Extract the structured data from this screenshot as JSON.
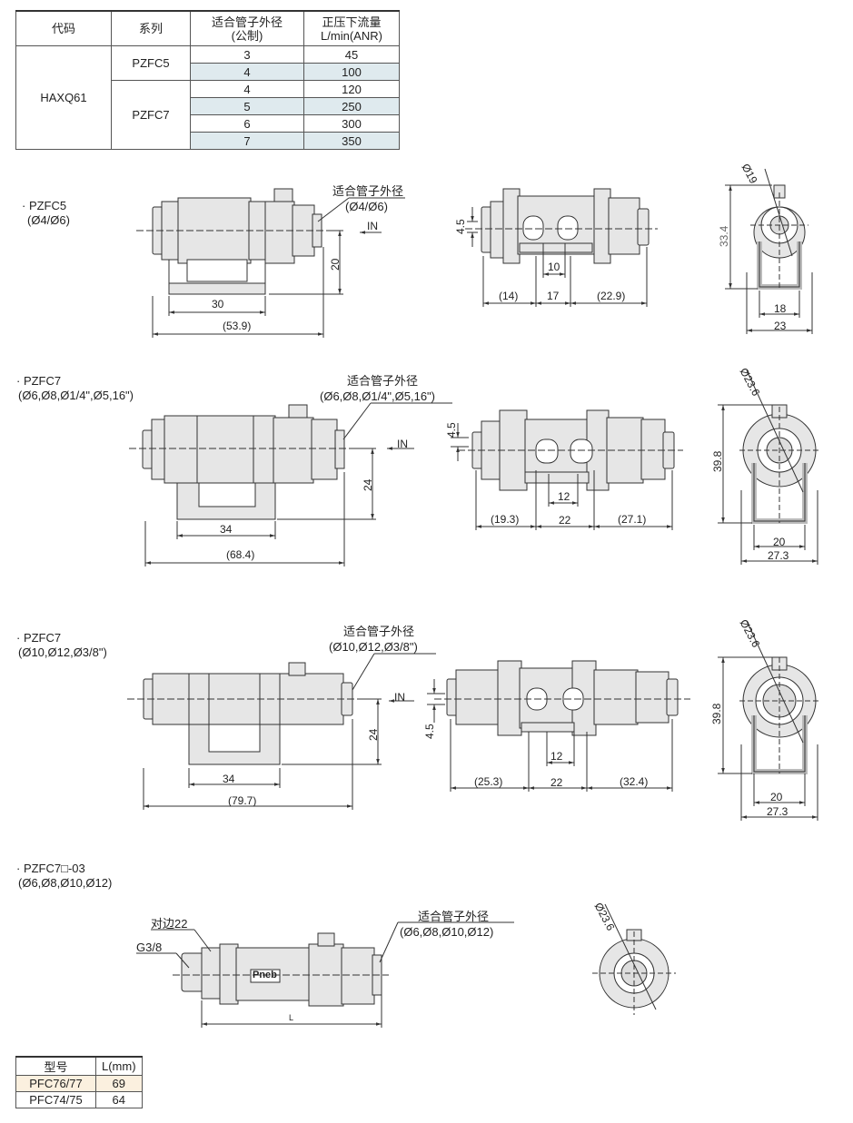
{
  "spec_table": {
    "headers": [
      "代码",
      "系列",
      "适合管子外径\n(公制)",
      "正压下流量\nL/min(ANR)"
    ],
    "code": "HAXQ61",
    "series_a": "PZFC5",
    "series_b": "PZFC7",
    "rows": [
      {
        "od": "3",
        "flow": "45"
      },
      {
        "od": "4",
        "flow": "100"
      },
      {
        "od": "4",
        "flow": "120"
      },
      {
        "od": "5",
        "flow": "250"
      },
      {
        "od": "6",
        "flow": "300"
      },
      {
        "od": "7",
        "flow": "350"
      }
    ]
  },
  "section1": {
    "title": "· PZFC5",
    "sub": "(Ø4/Ø6)",
    "tube_label": "适合管子外径",
    "tube_sizes": "(Ø4/Ø6)",
    "in_label": "IN",
    "dims": {
      "h": "20",
      "w1": "30",
      "total": "(53.9)",
      "c1": "4.5",
      "c2": "10",
      "c3": "(14)",
      "c4": "17",
      "c5": "(22.9)",
      "r1": "Ø19",
      "r2": "33.4",
      "r3": "18",
      "r4": "23"
    }
  },
  "section2": {
    "title": "· PZFC7",
    "sub": "(Ø6,Ø8,Ø1/4\",Ø5,16\")",
    "tube_label": "适合管子外径",
    "tube_sizes": "(Ø6,Ø8,Ø1/4\",Ø5,16\")",
    "in_label": "IN",
    "dims": {
      "h": "24",
      "w1": "34",
      "total": "(68.4)",
      "c1": "4.5",
      "c2": "12",
      "c3": "(19.3)",
      "c4": "22",
      "c5": "(27.1)",
      "r1": "Ø23.6",
      "r2": "39.8",
      "r3": "20",
      "r4": "27.3"
    }
  },
  "section3": {
    "title": "· PZFC7",
    "sub": "(Ø10,Ø12,Ø3/8\")",
    "tube_label": "适合管子外径",
    "tube_sizes": "(Ø10,Ø12,Ø3/8\")",
    "in_label": "IN",
    "dims": {
      "h": "24",
      "w1": "34",
      "total": "(79.7)",
      "c1": "4.5",
      "c2": "12",
      "c3": "(25.3)",
      "c4": "22",
      "c5": "(32.4)",
      "r1": "Ø23.6",
      "r2": "39.8",
      "r3": "20",
      "r4": "27.3"
    }
  },
  "section4": {
    "title": "· PZFC7□-03",
    "sub": "(Ø6,Ø8,Ø10,Ø12)",
    "hex_label": "对边22",
    "thread_label": "G3/8",
    "brand": "Pneb",
    "tube_label": "适合管子外径",
    "tube_sizes": "(Ø6,Ø8,Ø10,Ø12)",
    "length_symbol": "L",
    "diameter": "Ø23.6"
  },
  "length_table": {
    "headers": [
      "型号",
      "L(mm)"
    ],
    "rows": [
      {
        "model": "PFC76/77",
        "length": "69"
      },
      {
        "model": "PFC74/75",
        "length": "64"
      }
    ]
  },
  "colors": {
    "body_fill": "#e6e6e6",
    "stroke": "#333333",
    "highlight_blue": "#dfeaee",
    "highlight_cream": "#fbf0df"
  }
}
